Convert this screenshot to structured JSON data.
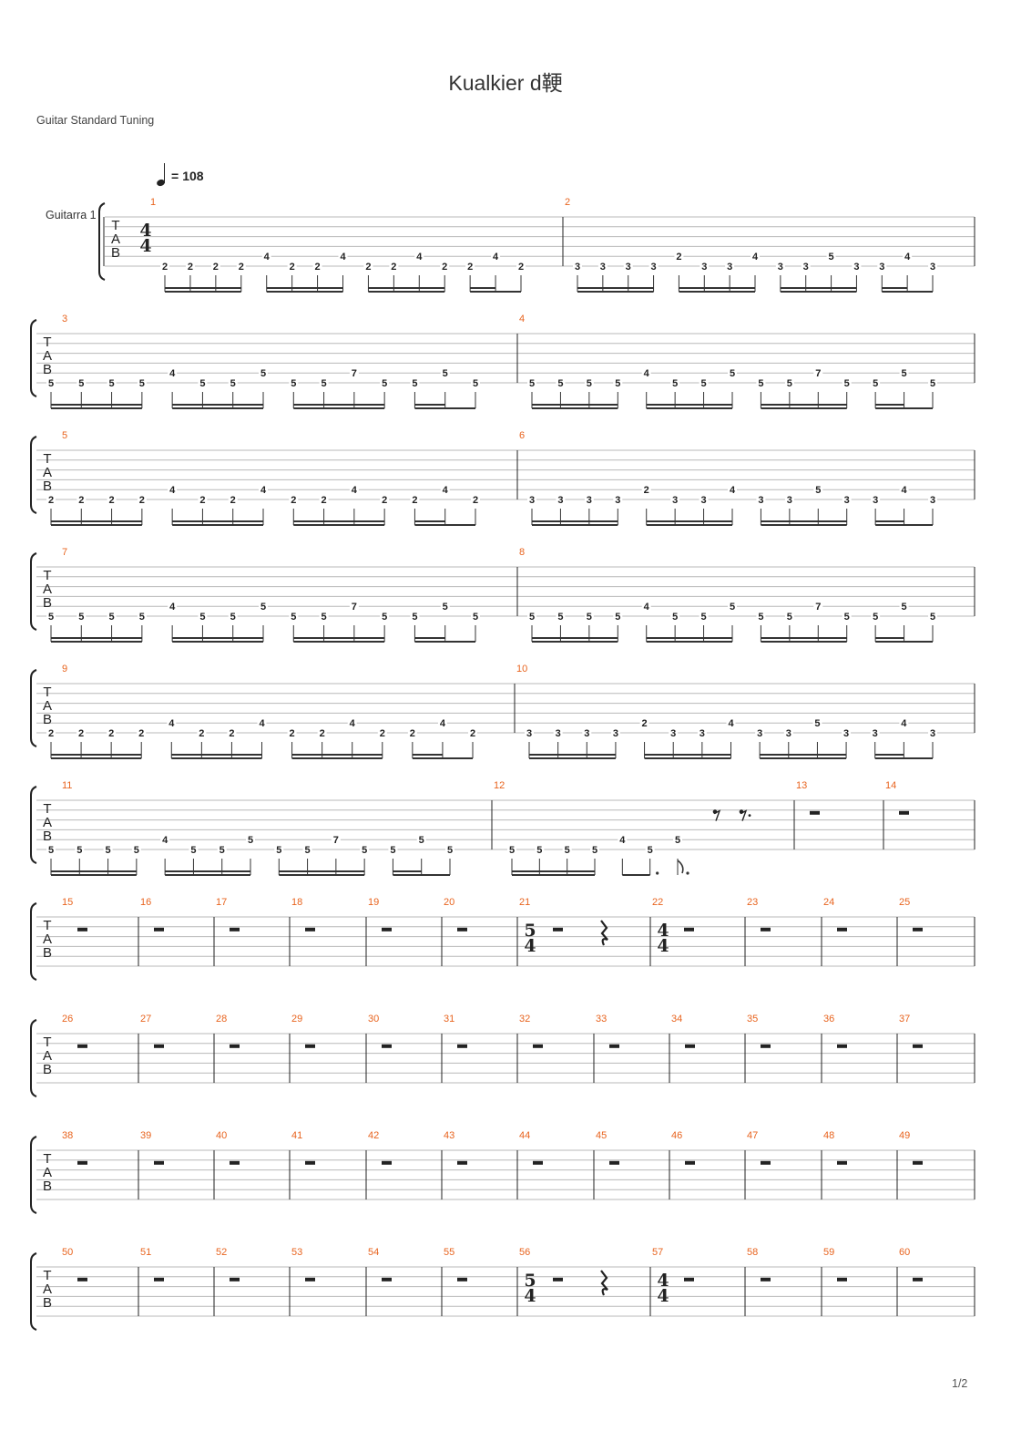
{
  "title": "Kualkier d鞕",
  "tuning": "Guitar Standard Tuning",
  "tempo": "108",
  "tempo_eq": "=",
  "track_name": "Guitarra 1",
  "page_indicator": "1/2",
  "tab_letters": [
    "T",
    "A",
    "B"
  ],
  "rows": [
    {
      "measures": [
        {
          "num": "1",
          "ts": [
            "4",
            "4"
          ],
          "pattern": "A"
        },
        {
          "num": "2",
          "pattern": "B"
        }
      ]
    },
    {
      "measures": [
        {
          "num": "3",
          "pattern": "C"
        },
        {
          "num": "4",
          "pattern": "C"
        }
      ]
    },
    {
      "measures": [
        {
          "num": "5",
          "pattern": "A"
        },
        {
          "num": "6",
          "pattern": "B"
        }
      ]
    },
    {
      "measures": [
        {
          "num": "7",
          "pattern": "C"
        },
        {
          "num": "8",
          "pattern": "C"
        }
      ]
    },
    {
      "measures": [
        {
          "num": "9",
          "pattern": "A"
        },
        {
          "num": "10",
          "pattern": "B"
        }
      ]
    },
    {
      "measures": [
        {
          "num": "11",
          "pattern": "C"
        },
        {
          "num": "12",
          "pattern": "E"
        },
        {
          "num": "13",
          "rest": true
        },
        {
          "num": "14",
          "rest": true
        }
      ]
    },
    {
      "measures": [
        {
          "num": "15",
          "rest": true
        },
        {
          "num": "16",
          "rest": true
        },
        {
          "num": "17",
          "rest": true
        },
        {
          "num": "18",
          "rest": true
        },
        {
          "num": "19",
          "rest": true
        },
        {
          "num": "20",
          "rest": true
        },
        {
          "num": "21",
          "rest": true,
          "ts": [
            "5",
            "4"
          ],
          "quarter_rest": true
        },
        {
          "num": "22",
          "rest": true,
          "ts": [
            "4",
            "4"
          ]
        },
        {
          "num": "23",
          "rest": true
        },
        {
          "num": "24",
          "rest": true
        },
        {
          "num": "25",
          "rest": true
        }
      ]
    },
    {
      "measures": [
        {
          "num": "26",
          "rest": true
        },
        {
          "num": "27",
          "rest": true
        },
        {
          "num": "28",
          "rest": true
        },
        {
          "num": "29",
          "rest": true
        },
        {
          "num": "30",
          "rest": true
        },
        {
          "num": "31",
          "rest": true
        },
        {
          "num": "32",
          "rest": true
        },
        {
          "num": "33",
          "rest": true
        },
        {
          "num": "34",
          "rest": true
        },
        {
          "num": "35",
          "rest": true
        },
        {
          "num": "36",
          "rest": true
        },
        {
          "num": "37",
          "rest": true
        }
      ]
    },
    {
      "measures": [
        {
          "num": "38",
          "rest": true
        },
        {
          "num": "39",
          "rest": true
        },
        {
          "num": "40",
          "rest": true
        },
        {
          "num": "41",
          "rest": true
        },
        {
          "num": "42",
          "rest": true
        },
        {
          "num": "43",
          "rest": true
        },
        {
          "num": "44",
          "rest": true
        },
        {
          "num": "45",
          "rest": true
        },
        {
          "num": "46",
          "rest": true
        },
        {
          "num": "47",
          "rest": true
        },
        {
          "num": "48",
          "rest": true
        },
        {
          "num": "49",
          "rest": true
        }
      ]
    },
    {
      "measures": [
        {
          "num": "50",
          "rest": true
        },
        {
          "num": "51",
          "rest": true
        },
        {
          "num": "52",
          "rest": true
        },
        {
          "num": "53",
          "rest": true
        },
        {
          "num": "54",
          "rest": true
        },
        {
          "num": "55",
          "rest": true
        },
        {
          "num": "56",
          "rest": true,
          "ts": [
            "5",
            "4"
          ],
          "quarter_rest": true
        },
        {
          "num": "57",
          "rest": true,
          "ts": [
            "4",
            "4"
          ]
        },
        {
          "num": "58",
          "rest": true
        },
        {
          "num": "59",
          "rest": true
        },
        {
          "num": "60",
          "rest": true
        }
      ]
    }
  ],
  "patterns": {
    "A": [
      {
        "f": "2",
        "s": 6
      },
      {
        "f": "2",
        "s": 6
      },
      {
        "f": "2",
        "s": 6
      },
      {
        "f": "2",
        "s": 6
      },
      {
        "f": "4",
        "s": 5
      },
      {
        "f": "2",
        "s": 6
      },
      {
        "f": "2",
        "s": 6
      },
      {
        "f": "4",
        "s": 5
      },
      {
        "f": "2",
        "s": 6
      },
      {
        "f": "2",
        "s": 6
      },
      {
        "f": "4",
        "s": 5
      },
      {
        "f": "2",
        "s": 6
      },
      {
        "f": "2",
        "s": 6
      },
      {
        "f": "4",
        "s": 5
      },
      {
        "f": "2",
        "s": 6
      }
    ],
    "B": [
      {
        "f": "3",
        "s": 6
      },
      {
        "f": "3",
        "s": 6
      },
      {
        "f": "3",
        "s": 6
      },
      {
        "f": "3",
        "s": 6
      },
      {
        "f": "2",
        "s": 5
      },
      {
        "f": "3",
        "s": 6
      },
      {
        "f": "3",
        "s": 6
      },
      {
        "f": "4",
        "s": 5
      },
      {
        "f": "3",
        "s": 6
      },
      {
        "f": "3",
        "s": 6
      },
      {
        "f": "5",
        "s": 5
      },
      {
        "f": "3",
        "s": 6
      },
      {
        "f": "3",
        "s": 6
      },
      {
        "f": "4",
        "s": 5
      },
      {
        "f": "3",
        "s": 6
      }
    ],
    "C": [
      {
        "f": "5",
        "s": 6
      },
      {
        "f": "5",
        "s": 6
      },
      {
        "f": "5",
        "s": 6
      },
      {
        "f": "5",
        "s": 6
      },
      {
        "f": "4",
        "s": 5
      },
      {
        "f": "5",
        "s": 6
      },
      {
        "f": "5",
        "s": 6
      },
      {
        "f": "5",
        "s": 5
      },
      {
        "f": "5",
        "s": 6
      },
      {
        "f": "5",
        "s": 6
      },
      {
        "f": "7",
        "s": 5
      },
      {
        "f": "5",
        "s": 6
      },
      {
        "f": "5",
        "s": 6
      },
      {
        "f": "5",
        "s": 5
      },
      {
        "f": "5",
        "s": 6
      }
    ],
    "E": [
      {
        "f": "5",
        "s": 6
      },
      {
        "f": "5",
        "s": 6
      },
      {
        "f": "5",
        "s": 6
      },
      {
        "f": "5",
        "s": 6
      },
      {
        "f": "4",
        "s": 5
      },
      {
        "f": "5",
        "s": 6
      },
      {
        "f": "5",
        "s": 5
      }
    ]
  }
}
